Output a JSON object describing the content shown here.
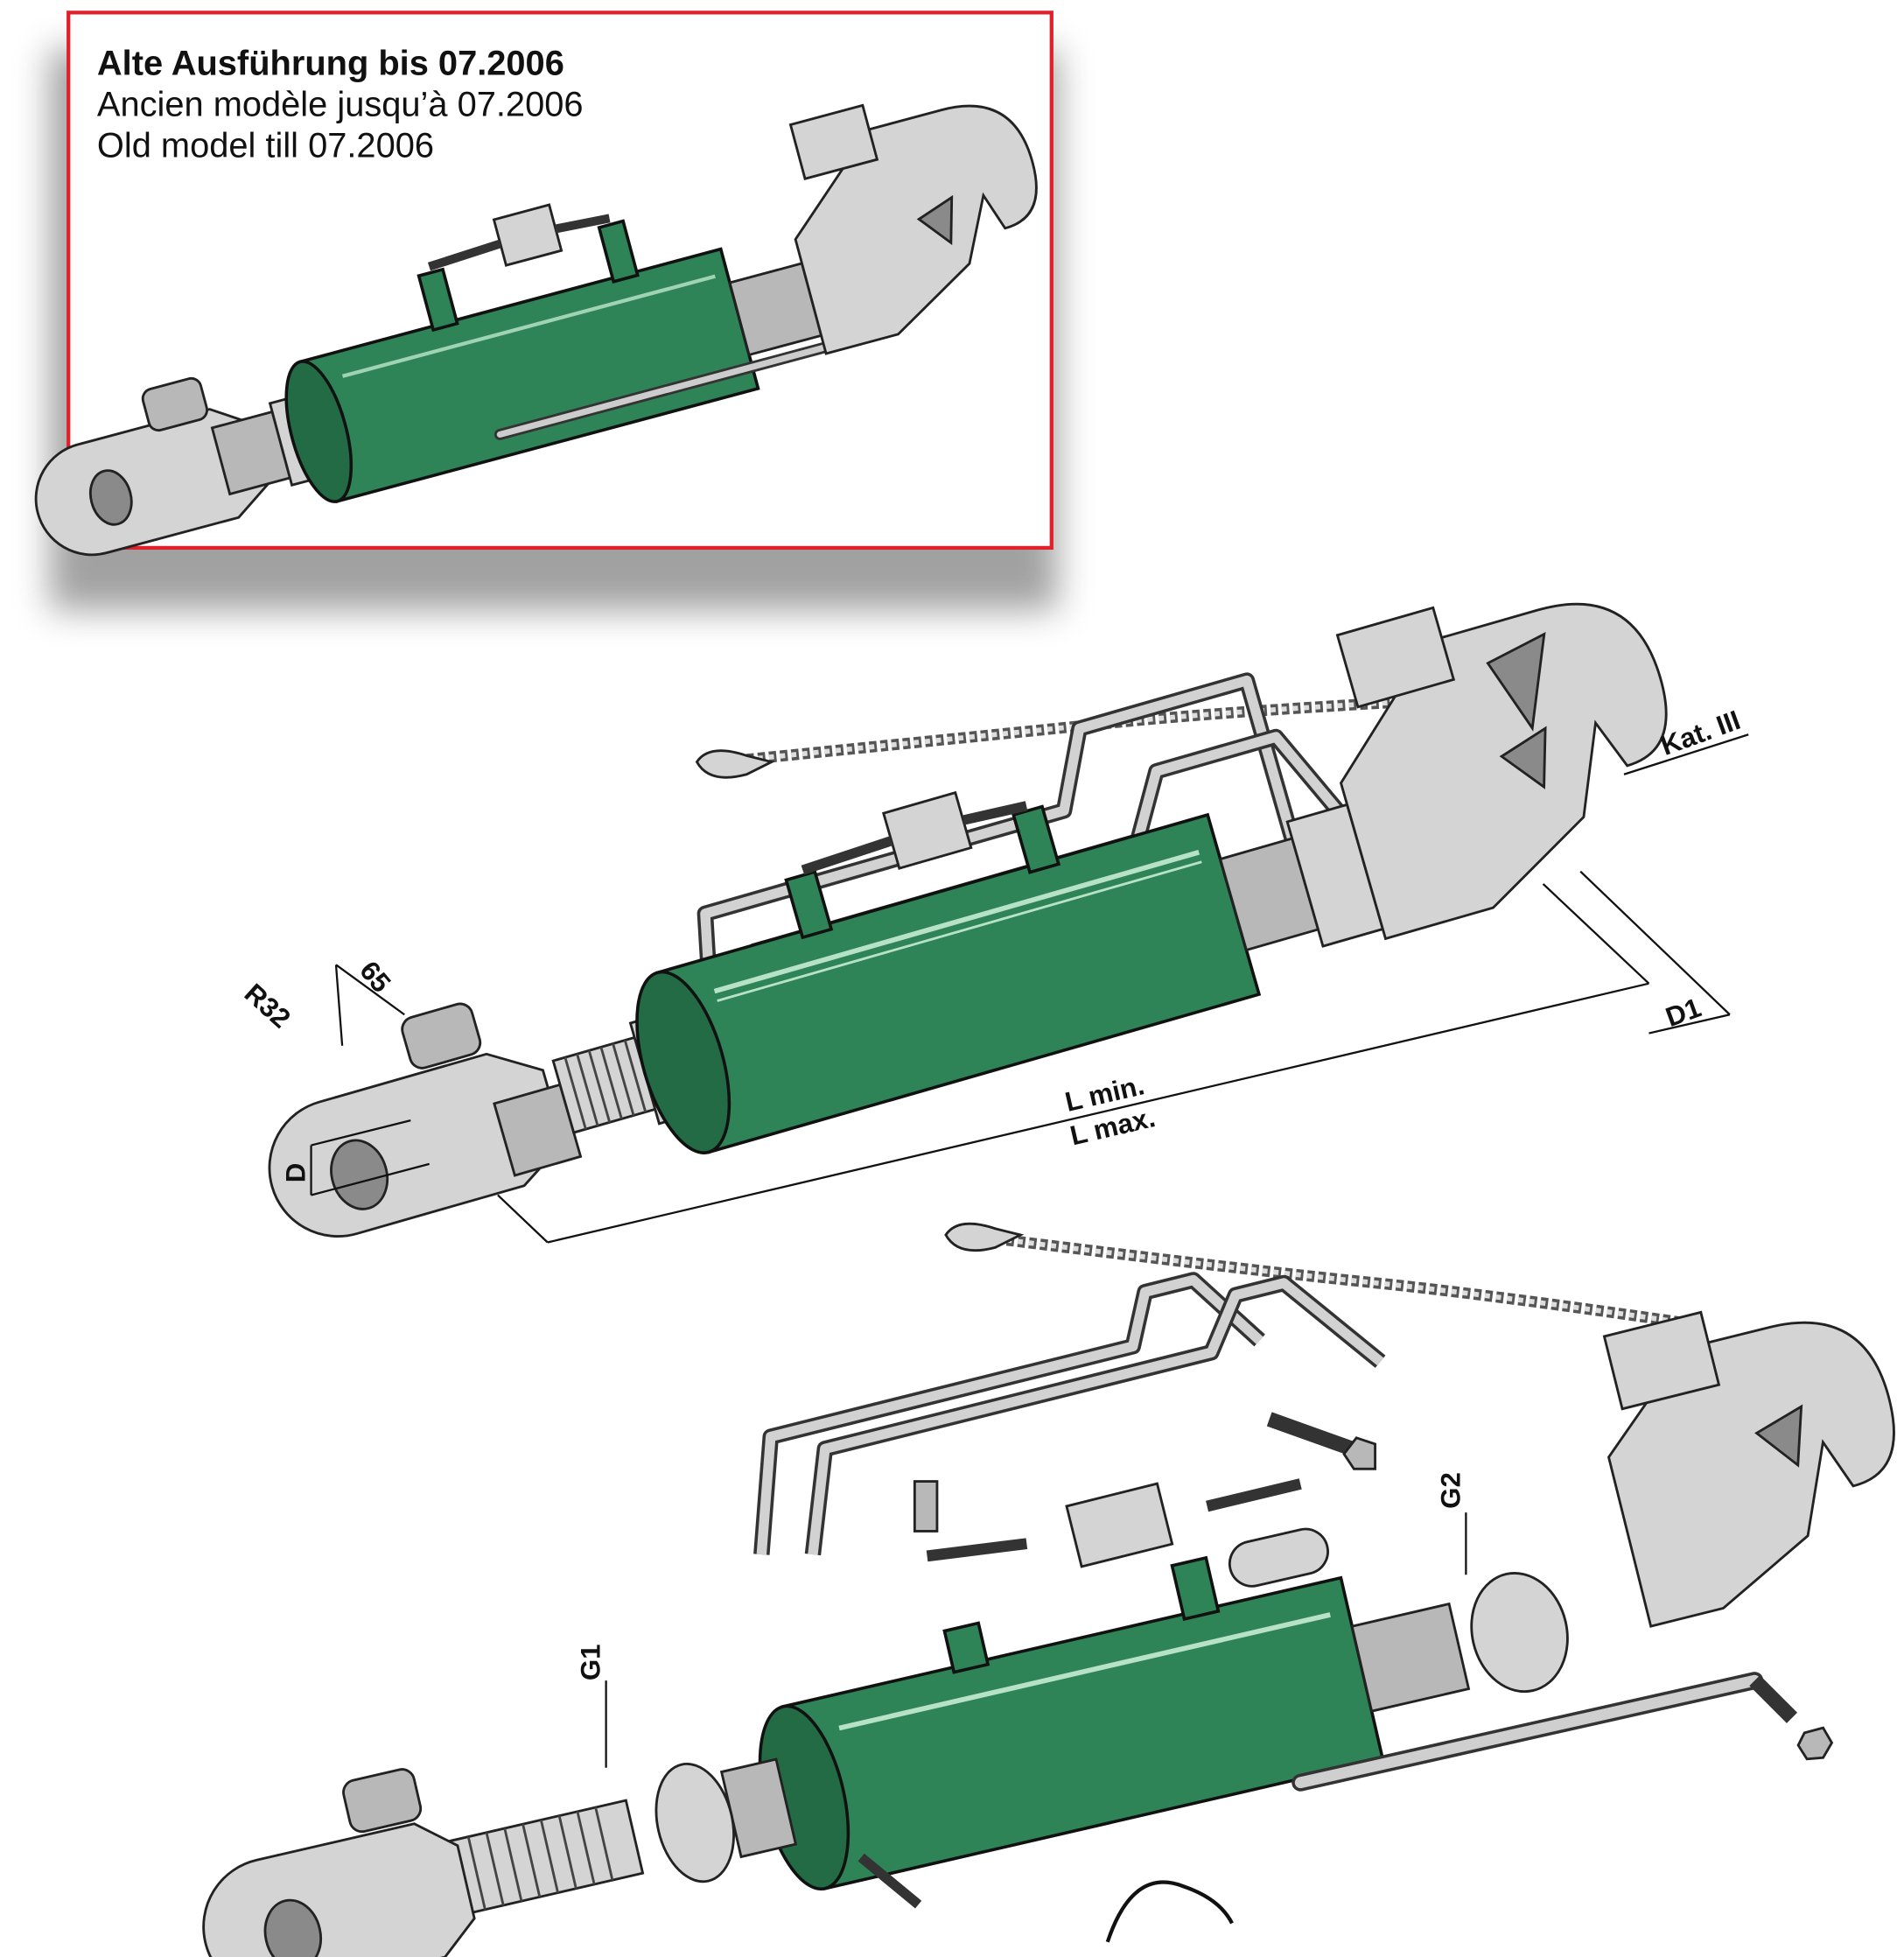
{
  "inset": {
    "title_de": "Alte Ausführung bis 07.2006",
    "title_fr": "Ancien modèle jusqu’à 07.2006",
    "title_en": "Old model till 07.2006",
    "border_color": "#e0202a"
  },
  "dimensions": {
    "r32": "R32",
    "d65": "65",
    "d": "D",
    "l_min": "L min.",
    "l_max": "L max.",
    "kat": "Kat. III",
    "d1": "D1",
    "g1": "G1",
    "g2": "G2"
  },
  "colors": {
    "cylinder_green": "#2e8456",
    "metal_grey": "#d4d4d4"
  }
}
